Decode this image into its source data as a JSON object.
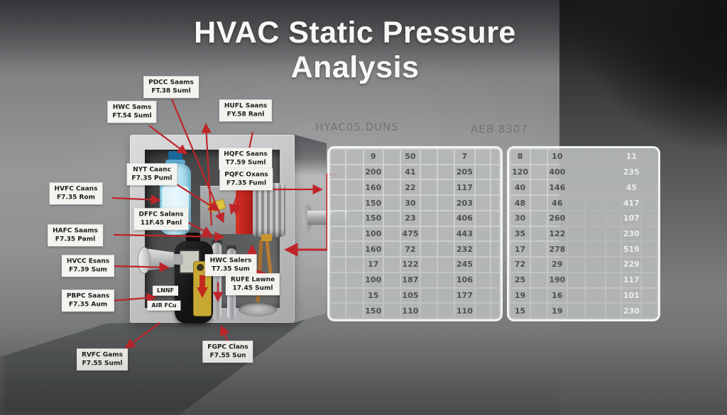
{
  "title": "HVAC Static Pressure Analysis",
  "tables": {
    "left": {
      "header": "HYAC05.DUNS",
      "rows": [
        [
          "9",
          "50",
          "7"
        ],
        [
          "200",
          "41",
          "205"
        ],
        [
          "160",
          "22",
          "117"
        ],
        [
          "150",
          "30",
          "203"
        ],
        [
          "150",
          "23",
          "406"
        ],
        [
          "100",
          "475",
          "443"
        ],
        [
          "160",
          "72",
          "232"
        ],
        [
          "17",
          "122",
          "245"
        ],
        [
          "100",
          "187",
          "106"
        ],
        [
          "15",
          "105",
          "177"
        ],
        [
          "150",
          "110",
          "110"
        ]
      ]
    },
    "right": {
      "header": "AEB 8307",
      "rows": [
        [
          "8",
          "10",
          "11"
        ],
        [
          "120",
          "400",
          "235"
        ],
        [
          "40",
          "146",
          "45"
        ],
        [
          "48",
          "46",
          "417"
        ],
        [
          "30",
          "260",
          "107"
        ],
        [
          "35",
          "122",
          "230"
        ],
        [
          "17",
          "278",
          "519"
        ],
        [
          "72",
          "29",
          "229"
        ],
        [
          "25",
          "190",
          "117"
        ],
        [
          "19",
          "16",
          "101"
        ],
        [
          "15",
          "19",
          "230"
        ]
      ]
    }
  },
  "diagram": {
    "labels": [
      {
        "line1": "PDCC Saams",
        "line2": "FT.38 Suml"
      },
      {
        "line1": "HWC Sams",
        "line2": "FT.54 Suml"
      },
      {
        "line1": "HUFL Saans",
        "line2": "FY.58 Ranl"
      },
      {
        "line1": "HQFC Saans",
        "line2": "T7.59 Suml"
      },
      {
        "line1": "HVFC Caans",
        "line2": "F7.35 Rom"
      },
      {
        "line1": "NYT Caanc",
        "line2": "F7.35 Puml"
      },
      {
        "line1": "PQFC Oxans",
        "line2": "F7.35 Fuml"
      },
      {
        "line1": "DFFC Salans",
        "line2": "11F.45 Panl"
      },
      {
        "line1": "HAFC Saams",
        "line2": "F7.35 Paml"
      },
      {
        "line1": "HVCC Esans",
        "line2": "F7.39 Sum"
      },
      {
        "line1": "HWC Salers",
        "line2": "T7.35 Sum"
      },
      {
        "line1": "RUFE Lawne",
        "line2": "17.45 Suml"
      },
      {
        "line1": "PBPC Saans",
        "line2": "F7.35 Aum"
      },
      {
        "line1": "LNNF",
        "line2": ""
      },
      {
        "line1": "AIR FCu",
        "line2": ""
      },
      {
        "line1": "RVFC Gams",
        "line2": "F7.55 Suml"
      },
      {
        "line1": "FGPC Clans",
        "line2": "F7.55 Sun"
      }
    ]
  },
  "colors": {
    "accent_red": "#bf2528",
    "label_bg": "#f4f3ef",
    "title_color": "#f8f8f8"
  }
}
